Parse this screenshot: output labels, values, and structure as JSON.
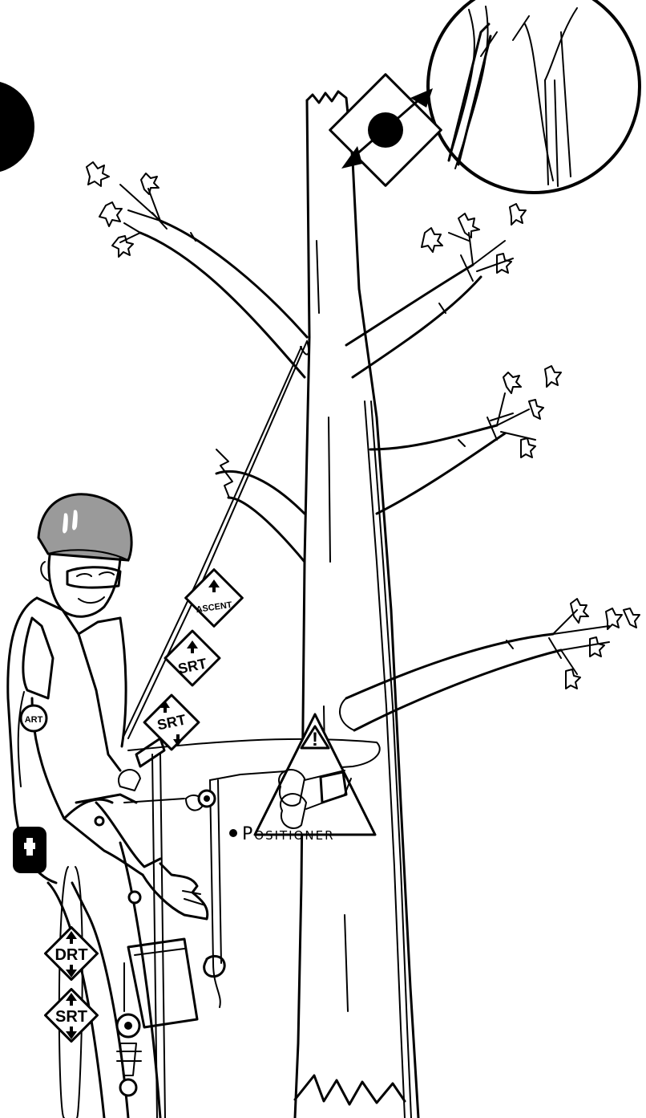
{
  "signs": {
    "ascent": "ASCENT",
    "srt_upper": "SRT",
    "srt_lower": "SRT",
    "drt_side": "DRT",
    "srt_side": "SRT",
    "positioner": "Positioner"
  },
  "icons": {
    "attachment_sign": "double-arrow-over-dot-icon",
    "warning_triangle": "exclamation-warning-icon",
    "first_aid": "plus-icon",
    "helmet_logo": "art-logo-icon"
  },
  "colors": {
    "ink": "#000000",
    "paper": "#ffffff",
    "helmet": "#9a9a9a"
  }
}
